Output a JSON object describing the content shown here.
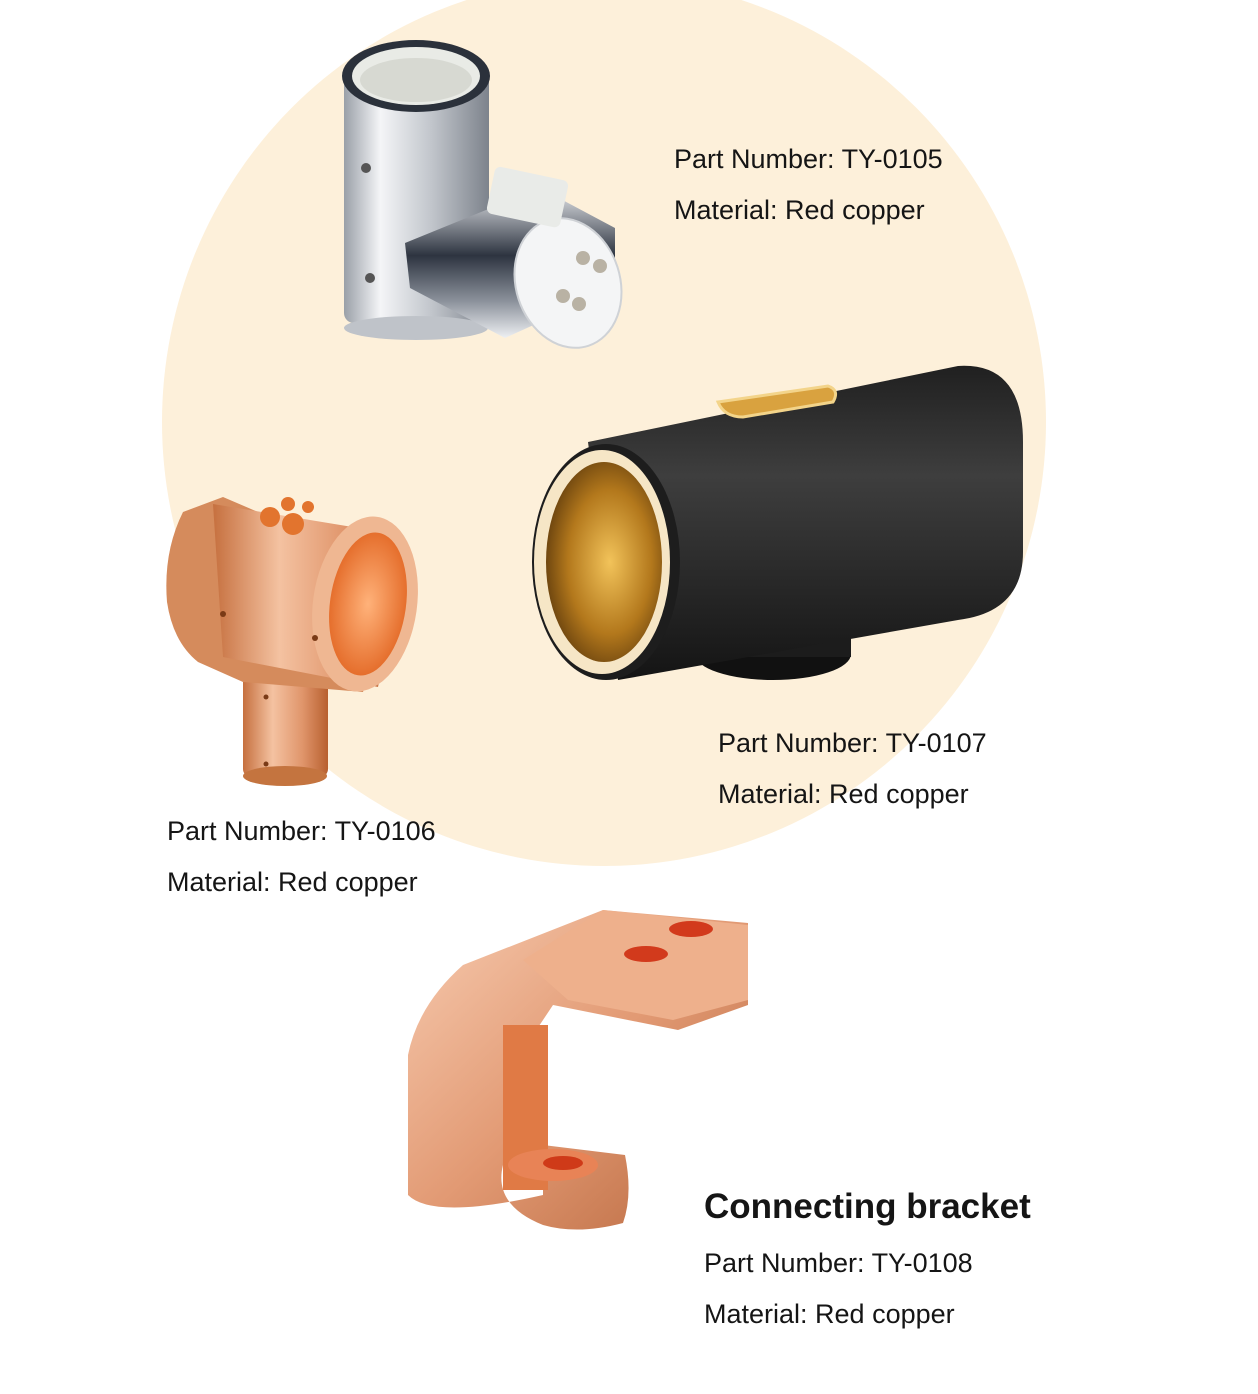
{
  "products": [
    {
      "id": "ty-0105",
      "part_number": "Part Number: TY-0105",
      "material": "Material: Red copper",
      "finish_color": "#c8ccd2"
    },
    {
      "id": "ty-0106",
      "part_number": "Part Number: TY-0106",
      "material": "Material: Red copper",
      "finish_color": "#e29a72"
    },
    {
      "id": "ty-0107",
      "part_number": "Part Number: TY-0107",
      "material": "Material: Red copper",
      "finish_color": "#1a1a1a"
    },
    {
      "id": "ty-0108",
      "title": "Connecting bracket",
      "part_number": "Part Number: TY-0108",
      "material": "Material: Red copper",
      "finish_color": "#e39a74"
    }
  ],
  "colors": {
    "background": "#ffffff",
    "circle": "#fdf0da",
    "text": "#151515"
  }
}
